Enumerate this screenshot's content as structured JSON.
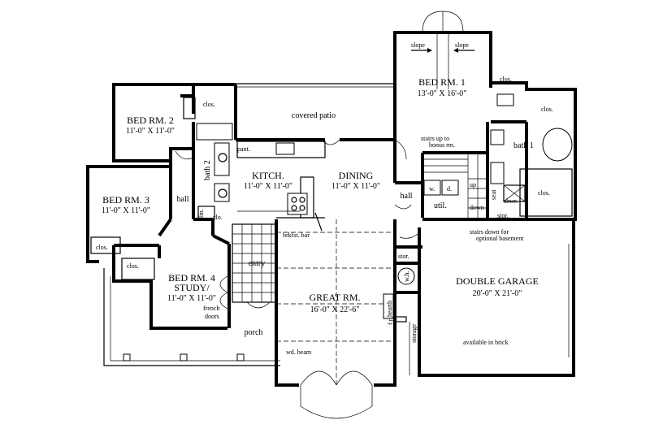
{
  "rooms": {
    "bed1": {
      "name": "BED RM. 1",
      "dim": "13'-0\" X 16'-0\""
    },
    "bed2": {
      "name": "BED RM. 2",
      "dim": "11'-0\" X 11'-0\""
    },
    "bed3": {
      "name": "BED RM. 3",
      "dim": "11'-0\" X 11'-0\""
    },
    "bed4": {
      "name": "BED RM. 4",
      "name2": "STUDY/",
      "dim": "11'-0\" X 11'-0\""
    },
    "kitchen": {
      "name": "KITCH.",
      "dim": "11'-0\" X 11'-0\""
    },
    "dining": {
      "name": "DINING",
      "dim": "11'-0\" X 11'-0\""
    },
    "great": {
      "name": "GREAT RM.",
      "dim": "16'-0\" X 22'-6\""
    },
    "garage": {
      "name": "DOUBLE GARAGE",
      "dim": "20'-0\" X 21'-0\""
    }
  },
  "labels": {
    "covered_patio": "covered patio",
    "porch": "porch",
    "entry": "entry",
    "hall_left": "hall",
    "hall_right": "hall",
    "bath1": "bath 1",
    "bath2": "bath 2",
    "clos_bed2": "clos.",
    "clos_bed1": "clos.",
    "clos_bath1": "clos.",
    "clos_bed3": "clos.",
    "clos_bed4": "clos.",
    "clos_hall": "clo.",
    "linen": "lin.",
    "pantry": "pant.",
    "brkfst_bar": "brkfst. bar",
    "slope_left": "slope",
    "slope_right": "slope",
    "stairs_up": "stairs up to",
    "stairs_up2": "bonus rm.",
    "stairs_down": "stairs down for",
    "stairs_down2": "optional basement",
    "up": "up",
    "down": "down",
    "util": "util.",
    "washer": "w.",
    "dryer": "d.",
    "seat": "seat",
    "shower": "shwr.",
    "stor1": "stor.",
    "stor2": "stor.",
    "water_heater": "w.h.",
    "hearth": "hearth",
    "fireplace": "f.p.",
    "storage": "storage",
    "wd_beam": "wd. beam",
    "french_doors": "french",
    "french_doors2": "doors",
    "available_brick": "available in brick"
  }
}
